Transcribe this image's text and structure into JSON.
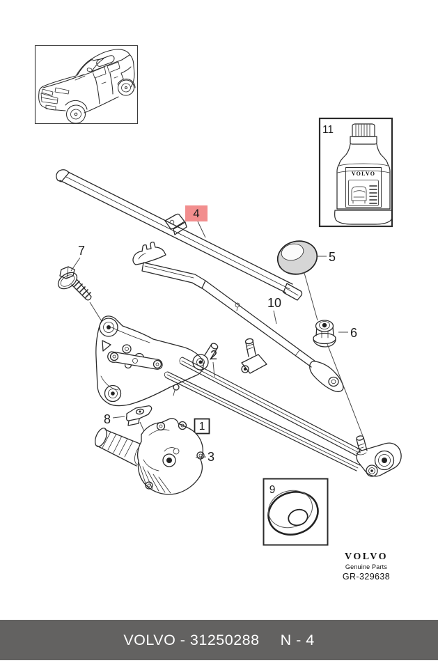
{
  "callouts": {
    "c1": "1",
    "c2": "2",
    "c3": "3",
    "c4": "4",
    "c5": "5",
    "c6": "6",
    "c7": "7",
    "c8": "8",
    "c9": "9",
    "c10": "10",
    "c11": "11"
  },
  "highlight": {
    "label": "4",
    "bg": "#F28E8E",
    "fg": "#8B2022"
  },
  "bottle_label": {
    "brand": "VOLVO"
  },
  "brand_block": {
    "logo": "VOLVO",
    "tagline": "Genuine Parts",
    "ref_code": "GR-329638"
  },
  "footer": {
    "part_text": "VOLVO - 31250288",
    "page_text": "N - 4",
    "bg": "#636261",
    "fg": "#FFFFFF"
  }
}
